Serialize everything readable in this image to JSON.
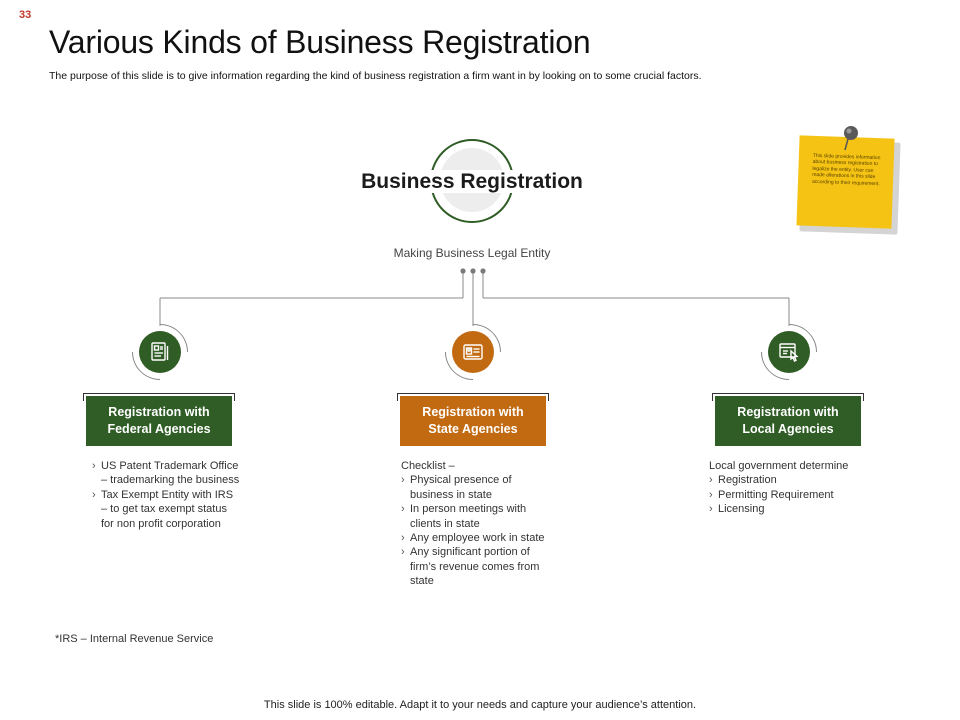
{
  "slide_number": "33",
  "title": "Various Kinds of Business Registration",
  "subtitle": "The purpose of this slide is to give information regarding the kind of business registration a firm want in by looking on to some crucial factors.",
  "hub": {
    "label": "Business Registration",
    "sublabel": "Making Business Legal Entity"
  },
  "categories": [
    {
      "label_line1": "Registration with",
      "label_line2": "Federal Agencies",
      "color": "#2f5d25",
      "icon": "document-icon",
      "intro": "",
      "items": [
        "US Patent Trademark Office – trademarking the business",
        "Tax Exempt Entity with IRS – to get tax exempt status for non profit corporation"
      ]
    },
    {
      "label_line1": "Registration with",
      "label_line2": "State Agencies",
      "color": "#c26a12",
      "icon": "id-card-icon",
      "intro": "Checklist –",
      "items": [
        "Physical presence of business in state",
        "In person meetings with clients in state",
        "Any  employee work in state",
        "Any  significant portion of firm’s revenue comes from state"
      ]
    },
    {
      "label_line1": "Registration with",
      "label_line2": "Local Agencies",
      "color": "#2f5d25",
      "icon": "clipboard-pointer-icon",
      "intro": "Local government determine",
      "items": [
        "Registration",
        "Permitting Requirement",
        "Licensing"
      ]
    }
  ],
  "footnote": "*IRS – Internal Revenue Service",
  "footer": "This slide is 100% editable. Adapt it to your needs and capture your audience’s attention.",
  "sticky_note": "This slide provides information about business registration to legalize the entity. User can made alterations in this slide according to their requirement."
}
